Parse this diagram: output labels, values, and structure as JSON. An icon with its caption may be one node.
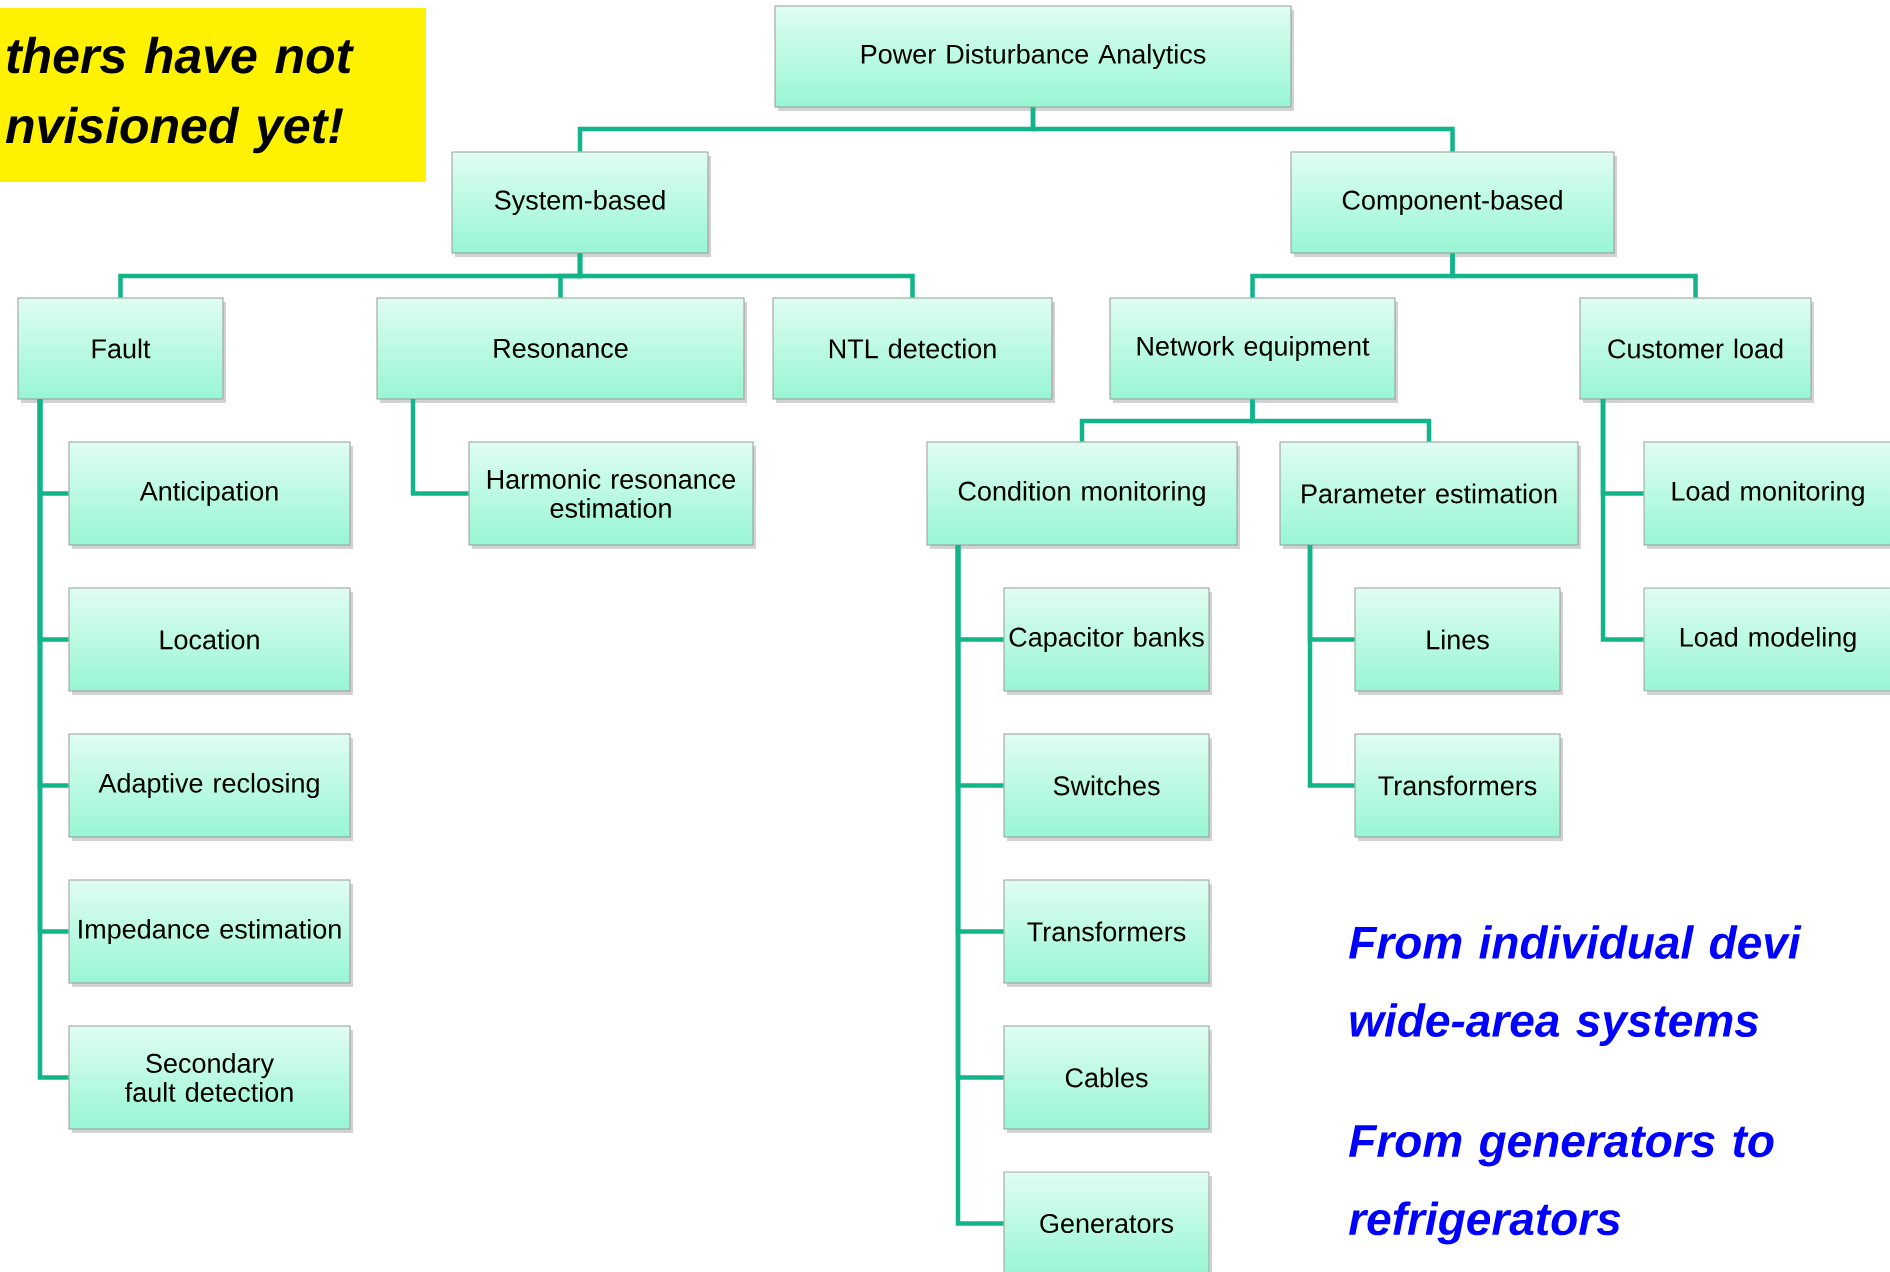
{
  "diagram": {
    "nodes": [
      {
        "text": [
          "thers have not nvisioned yet!"
        ]
      },
      {
        "text": [
          "Power Disturbance Analytics"
        ]
      },
      {
        "text": [
          "System-based"
        ]
      },
      {
        "text": [
          "Component-based"
        ]
      },
      {
        "text": [
          "Fault"
        ]
      },
      {
        "text": [
          "Resonance"
        ]
      },
      {
        "text": [
          "NTL detection"
        ]
      },
      {
        "text": [
          "Network equipment"
        ]
      },
      {
        "text": [
          "Customer load"
        ]
      },
      {
        "text": [
          "Anticipation"
        ]
      },
      {
        "text": [
          "Harmonic resonance estimation"
        ]
      },
      {
        "text": [
          "Condition monitoring"
        ]
      },
      {
        "text": [
          "Parameter estimation"
        ]
      },
      {
        "text": [
          "Load monitoring"
        ]
      },
      {
        "text": [
          "Location"
        ]
      },
      {
        "text": [
          "Capacitor banks"
        ]
      },
      {
        "text": [
          "Lines"
        ]
      },
      {
        "text": [
          "Load modeling"
        ]
      },
      {
        "text": [
          "Adaptive reclosing"
        ]
      },
      {
        "text": [
          "Switches"
        ]
      },
      {
        "text": [
          "Transformers"
        ]
      },
      {
        "text": [
          "Impedance estimation"
        ]
      },
      {
        "text": [
          "Transformers"
        ]
      },
      {
        "text": [
          "Secondary fault detection"
        ]
      },
      {
        "text": [
          "Cables"
        ]
      },
      {
        "text": [
          "Generators"
        ]
      }
    ],
    "edges": [
      {
        "from": 1,
        "to": 2,
        "arrow": "none"
      },
      {
        "from": 1,
        "to": 3,
        "arrow": "none"
      },
      {
        "from": 2,
        "to": 4,
        "arrow": "none"
      },
      {
        "from": 2,
        "to": 5,
        "arrow": "none"
      },
      {
        "from": 2,
        "to": 6,
        "arrow": "none"
      },
      {
        "from": 3,
        "to": 7,
        "arrow": "none"
      },
      {
        "from": 3,
        "to": 8,
        "arrow": "none"
      },
      {
        "from": 7,
        "to": 11,
        "arrow": "none"
      },
      {
        "from": 7,
        "to": 12,
        "arrow": "none"
      },
      {
        "from": 4,
        "to": 9,
        "arrow": "none"
      },
      {
        "from": 4,
        "to": 14,
        "arrow": "none"
      },
      {
        "from": 4,
        "to": 18,
        "arrow": "none"
      },
      {
        "from": 4,
        "to": 21,
        "arrow": "none"
      },
      {
        "from": 4,
        "to": 23,
        "arrow": "none"
      },
      {
        "from": 5,
        "to": 10,
        "arrow": "none"
      },
      {
        "from": 11,
        "to": 15,
        "arrow": "none"
      },
      {
        "from": 11,
        "to": 19,
        "arrow": "none"
      },
      {
        "from": 11,
        "to": 22,
        "arrow": "none"
      },
      {
        "from": 11,
        "to": 24,
        "arrow": "none"
      },
      {
        "from": 11,
        "to": 25,
        "arrow": "none"
      },
      {
        "from": 12,
        "to": 16,
        "arrow": "none"
      },
      {
        "from": 12,
        "to": 20,
        "arrow": "none"
      },
      {
        "from": 8,
        "to": 13,
        "arrow": "none"
      },
      {
        "from": 8,
        "to": 17,
        "arrow": "none"
      }
    ],
    "labels": [
      "From individual devi wide-area systems",
      "From generators to refrigerators"
    ]
  }
}
